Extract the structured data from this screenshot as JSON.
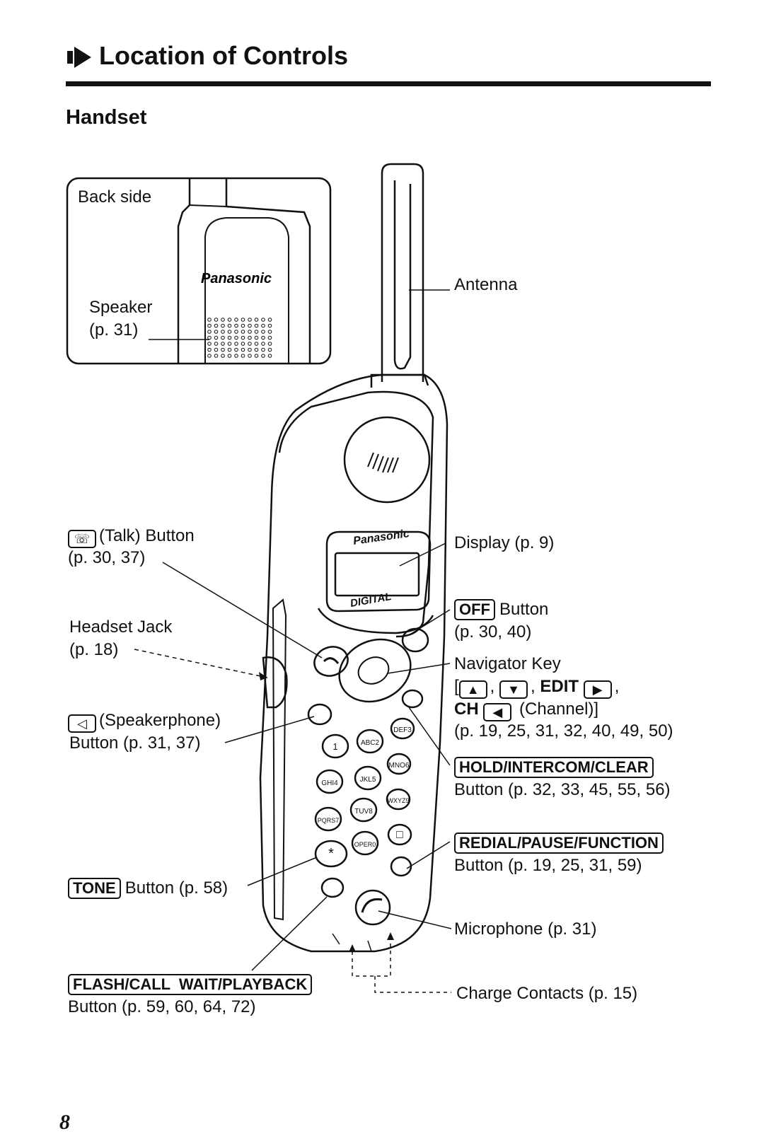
{
  "page": {
    "title": "Location of Controls",
    "section": "Handset",
    "page_number": "8"
  },
  "inset": {
    "back_side_label": "Back side",
    "brand": "Panasonic",
    "speaker_label": "Speaker",
    "speaker_ref": "(p. 31)"
  },
  "handset": {
    "brand": "Panasonic",
    "digital_logo": "DIGITAL"
  },
  "labels": {
    "antenna": "Antenna",
    "talk_line1": "(Talk) Button",
    "talk_line2": "(p. 30, 37)",
    "display": "Display (p. 9)",
    "headset_line1": "Headset Jack",
    "headset_line2": "(p. 18)",
    "off_key": "OFF",
    "off_line1": "Button",
    "off_line2": "(p. 30, 40)",
    "nav_line1": "Navigator Key",
    "nav_open": "[",
    "nav_comma": ",",
    "nav_edit": "EDIT",
    "nav_ch": "CH",
    "nav_channel": "(Channel)]",
    "nav_pages": "(p. 19, 25, 31, 32, 40, 49, 50)",
    "speakerphone_line1": "(Speakerphone)",
    "speakerphone_line2": "Button (p. 31, 37)",
    "hold_key": "HOLD/INTERCOM/CLEAR",
    "hold_line2": "Button (p. 32, 33, 45, 55, 56)",
    "redial_key": "REDIAL/PAUSE/FUNCTION",
    "redial_line2": "Button (p. 19, 25, 31, 59)",
    "tone_key": "TONE",
    "tone_line": "Button (p. 58)",
    "microphone": "Microphone (p. 31)",
    "flash_key": "FLASH/CALL  WAIT/PLAYBACK",
    "flash_line2": "Button (p. 59, 60, 64, 72)",
    "charge": "Charge Contacts (p. 15)"
  },
  "icons": {
    "title_arrow": "arrow-right-icon",
    "talk": "talk-icon",
    "speakerphone": "speakerphone-icon",
    "up": "arrow-up-icon",
    "down": "arrow-down-icon",
    "right": "arrow-right-icon",
    "left": "arrow-left-icon"
  },
  "keypad": {
    "keys": [
      "1",
      "ABC2",
      "DEF3",
      "GHI4",
      "JKL5",
      "MNO6",
      "PQRS7",
      "TUV8",
      "WXYZ9",
      "*",
      "OPER0",
      "□"
    ]
  }
}
